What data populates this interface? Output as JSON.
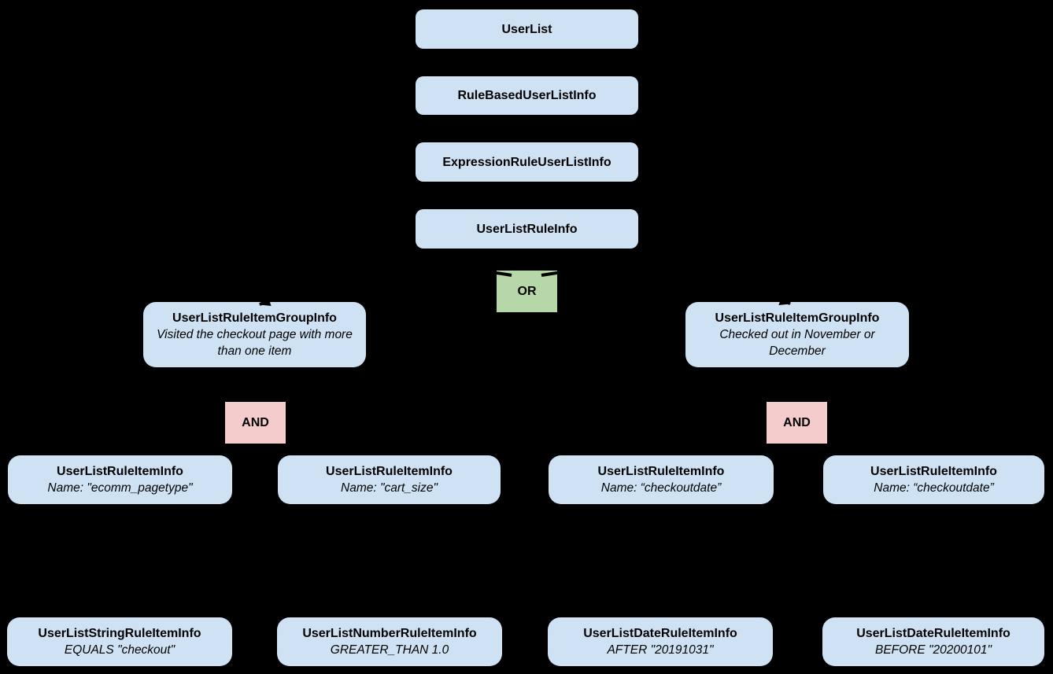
{
  "palette": {
    "background": "#000000",
    "class_fill": "#cfe2f3",
    "or_fill": "#b6d7a8",
    "and_fill": "#f4cccc",
    "text": "#000000"
  },
  "chain": [
    {
      "title": "UserList"
    },
    {
      "title": "RuleBasedUserListInfo"
    },
    {
      "title": "ExpressionRuleUserListInfo"
    },
    {
      "title": "UserListRuleInfo"
    }
  ],
  "operators": {
    "or": "OR",
    "and": "AND"
  },
  "groups": [
    {
      "title": "UserListRuleItemGroupInfo",
      "note": "Visited the checkout page with more than one item"
    },
    {
      "title": "UserListRuleItemGroupInfo",
      "note": "Checked out in November or December"
    }
  ],
  "rule_items": [
    {
      "title": "UserListRuleItemInfo",
      "note": "Name: \"ecomm_pagetype\""
    },
    {
      "title": "UserListRuleItemInfo",
      "note": "Name: \"cart_size\""
    },
    {
      "title": "UserListRuleItemInfo",
      "note": "Name: “checkoutdate”"
    },
    {
      "title": "UserListRuleItemInfo",
      "note": "Name: “checkoutdate”"
    }
  ],
  "operand_items": [
    {
      "title": "UserListStringRuleItemInfo",
      "note": "EQUALS \"checkout\""
    },
    {
      "title": "UserListNumberRuleItemInfo",
      "note": "GREATER_THAN 1.0"
    },
    {
      "title": "UserListDateRuleItemInfo",
      "note": "AFTER \"20191031\""
    },
    {
      "title": "UserListDateRuleItemInfo",
      "note": "BEFORE \"20200101\""
    }
  ],
  "connectors": [
    {
      "from": "OR",
      "to": "left UserListRuleItemGroupInfo",
      "style": "curved-black-arrow"
    },
    {
      "from": "OR",
      "to": "right UserListRuleItemGroupInfo",
      "style": "curved-black-arrow"
    }
  ]
}
